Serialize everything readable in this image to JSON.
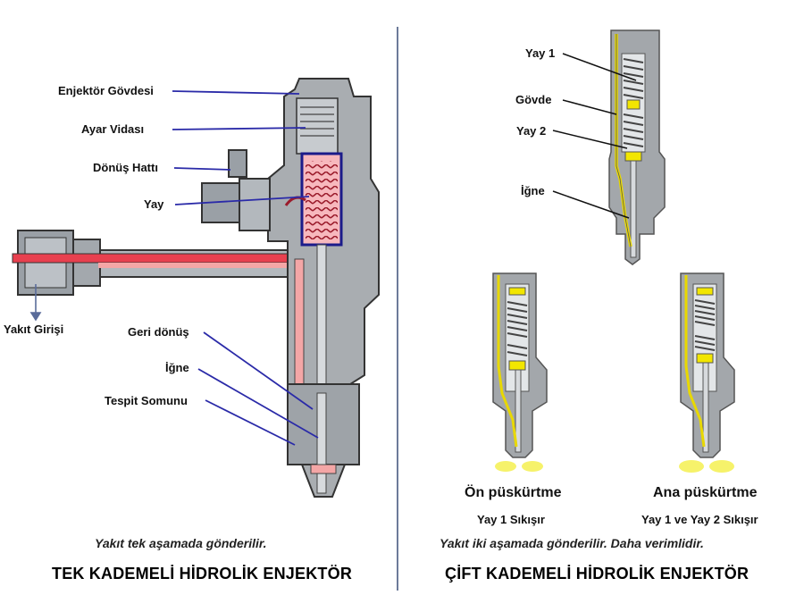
{
  "left": {
    "labels": {
      "body": "Enjektör Gövdesi",
      "adjust_screw": "Ayar Vidası",
      "return_line": "Dönüş Hattı",
      "spring": "Yay",
      "fuel_inlet": "Yakıt Girişi",
      "return_flow": "Geri dönüş",
      "needle": "İğne",
      "nozzle_nut": "Tespit Somunu"
    },
    "caption": "Yakıt tek aşamada gönderilir.",
    "title": "TEK KADEMELİ HİDROLİK ENJEKTÖR"
  },
  "right": {
    "labels": {
      "spring1": "Yay 1",
      "body": "Gövde",
      "spring2": "Yay 2",
      "needle": "İğne"
    },
    "stages": [
      {
        "name": "Ön püskürtme",
        "sub": "Yay 1 Sıkışır"
      },
      {
        "name": "Ana püskürtme",
        "sub": "Yay 1 ve Yay 2 Sıkışır"
      }
    ],
    "caption": "Yakıt iki aşamada gönderilir.  Daha verimlidir.",
    "title": "ÇİFT KADEMELİ HİDROLİK ENJEKTÖR"
  },
  "colors": {
    "metal": "#a9adb1",
    "metal_dark": "#7b8085",
    "fuel_red": "#f4a6a6",
    "fuel_red_strong": "#e8404f",
    "spring_yellow": "#f2e600",
    "leader_blue": "#2a2aa8",
    "divider": "#6c7a99",
    "spray": "#f6f26a"
  }
}
